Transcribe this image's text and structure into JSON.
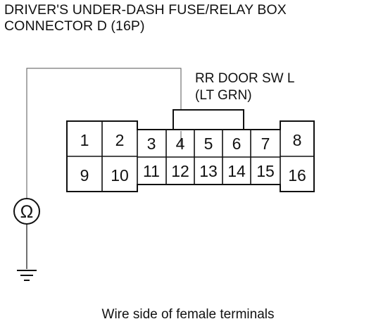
{
  "title": {
    "line1": "DRIVER'S UNDER-DASH FUSE/RELAY BOX",
    "line2": "CONNECTOR D (16P)"
  },
  "wire": {
    "name": "RR DOOR SW L",
    "color": "(LT GRN)"
  },
  "meter": {
    "symbol": "Ω"
  },
  "terminals": {
    "t1": "1",
    "t2": "2",
    "t3": "3",
    "t4": "4",
    "t5": "5",
    "t6": "6",
    "t7": "7",
    "t8": "8",
    "t9": "9",
    "t10": "10",
    "t11": "11",
    "t12": "12",
    "t13": "13",
    "t14": "14",
    "t15": "15",
    "t16": "16"
  },
  "caption": "Wire side of female terminals"
}
